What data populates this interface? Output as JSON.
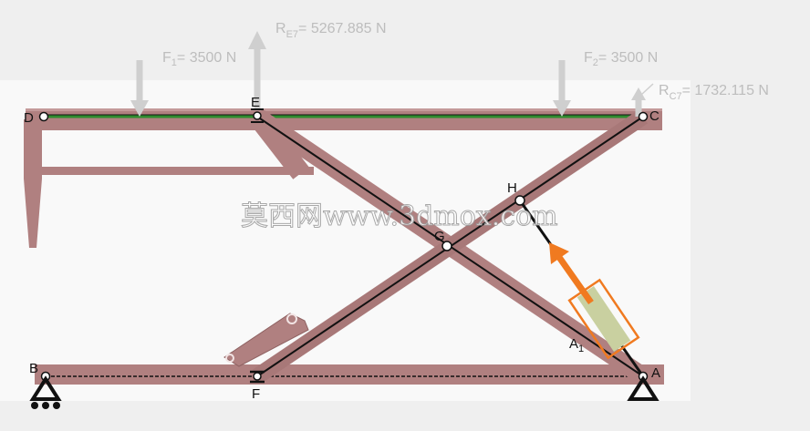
{
  "forces": {
    "f1": {
      "symbol": "F",
      "sub": "1",
      "value": "= 3500 N"
    },
    "f2": {
      "symbol": "F",
      "sub": "2",
      "value": "= 3500 N"
    },
    "re7": {
      "symbol": "R",
      "sub": "E7",
      "value": "= 5267.885 N"
    },
    "rc7": {
      "symbol": "R",
      "sub": "C7",
      "value": "= 1732.115 N"
    }
  },
  "points": {
    "A": "A",
    "A1": "A",
    "A1_sub": "1",
    "B": "B",
    "C": "C",
    "D": "D",
    "E": "E",
    "F": "F",
    "G": "G",
    "H": "H"
  },
  "watermark": "莫西网www.3dmox.com",
  "colors": {
    "frame": "#b08080",
    "frame_dark": "#8f6262",
    "link": "#111111",
    "beam_green": "#2e8b2e",
    "actuator": "#f07a20",
    "cylinder": "#c9d0a0",
    "arrow_gray": "#cfcfcf"
  }
}
